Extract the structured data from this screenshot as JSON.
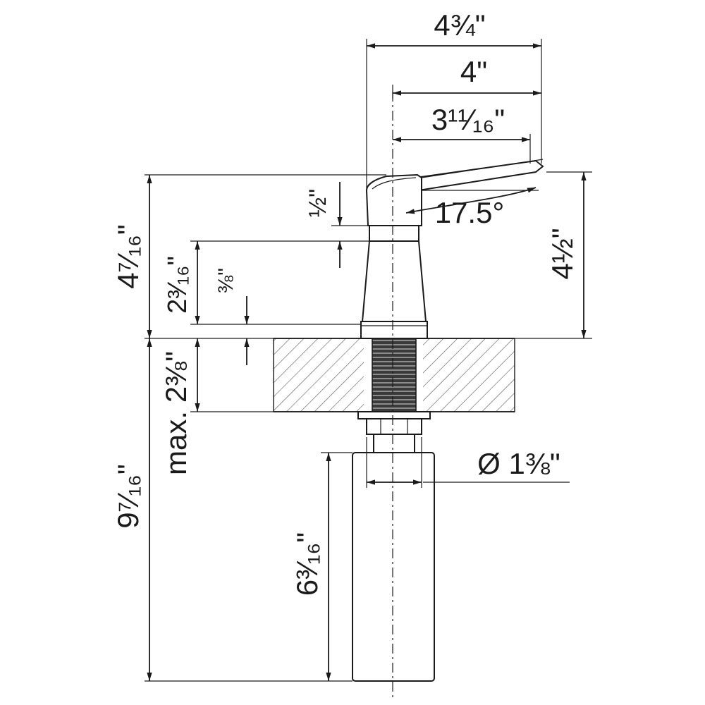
{
  "diagram": {
    "labels": {
      "overall_reach": "4¾\"",
      "spout_reach": "4\"",
      "spout_tip_reach": "3¹¹⁄₁₆\"",
      "head_height": "½\"",
      "spout_angle": "17.5°",
      "spout_height": "4½\"",
      "height_above_counter": "4⁷⁄₁₆\"",
      "neck_height": "2³⁄₁₆\"",
      "base_height": "⅜\"",
      "max_counter_thickness": "max. 2⅜\"",
      "total_height": "9⁷⁄₁₆\"",
      "bottle_height": "6³⁄₁₆\"",
      "shank_diameter": "Ø 1⅜\""
    }
  }
}
